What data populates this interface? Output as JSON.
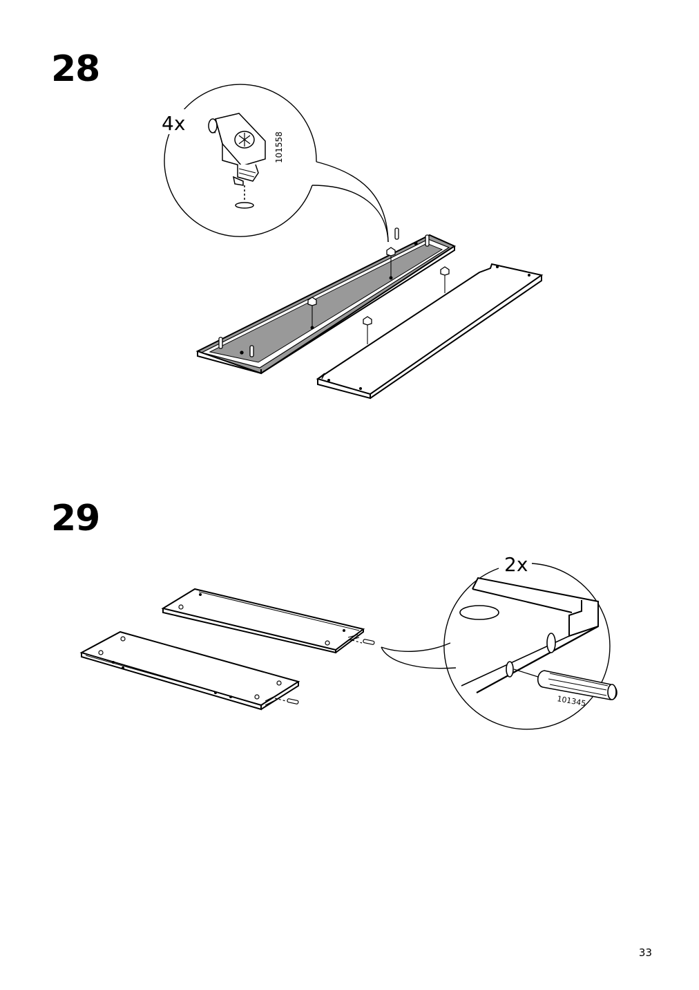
{
  "steps": [
    {
      "number": "28",
      "quantity": "4x",
      "part_number": "101558"
    },
    {
      "number": "29",
      "quantity": "2x",
      "part_number": "101345"
    }
  ],
  "page_number": "33",
  "colors": {
    "line": "#000000",
    "panel_fill": "#999999",
    "background": "#ffffff"
  }
}
